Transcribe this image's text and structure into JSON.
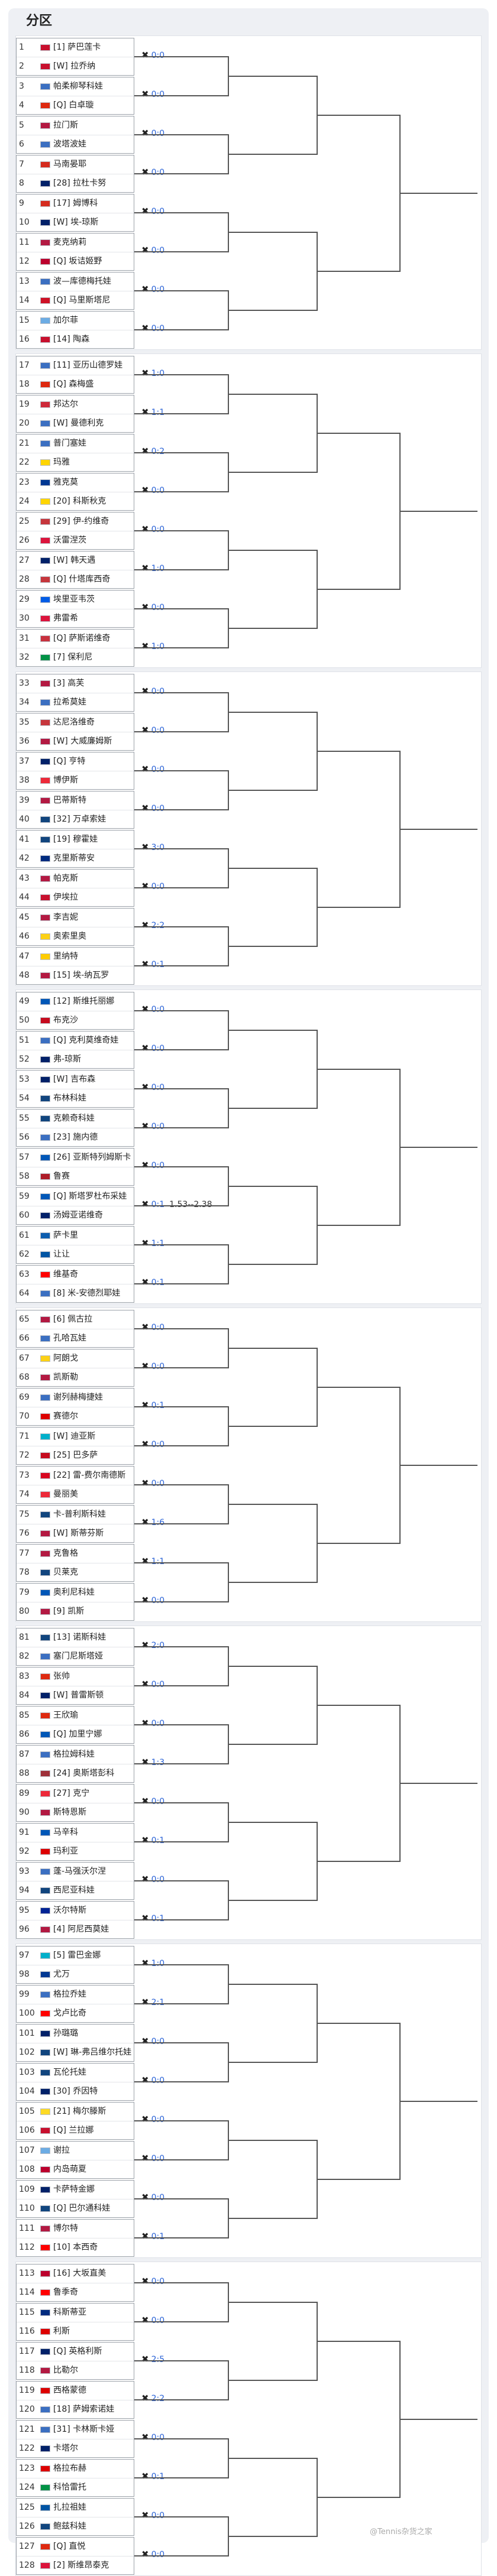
{
  "title": "分区",
  "watermark": "@Tennis杂货之家",
  "sections": [
    {
      "matches": [
        {
          "p1": {
            "seed": "1",
            "name": "[1] 萨巴莲卡",
            "flag": "#c8102e"
          },
          "p2": {
            "seed": "2",
            "name": "[W] 拉乔纳",
            "flag": "#c8102e"
          },
          "score": "0:0"
        },
        {
          "p1": {
            "seed": "3",
            "name": "帕柔柳琴科娃",
            "flag": "#3b6fc1"
          },
          "p2": {
            "seed": "4",
            "name": "[Q] 白卓璇",
            "flag": "#de2910"
          },
          "score": "0:0"
        },
        {
          "p1": {
            "seed": "5",
            "name": "拉门斯",
            "flag": "#b31942"
          },
          "p2": {
            "seed": "6",
            "name": "波塔波娃",
            "flag": "#3b6fc1"
          },
          "score": "0:0"
        },
        {
          "p1": {
            "seed": "7",
            "name": "马南晏耶",
            "flag": "#d52b1e"
          },
          "p2": {
            "seed": "8",
            "name": "[28] 拉杜卡努",
            "flag": "#012169"
          },
          "score": "0:0"
        },
        {
          "p1": {
            "seed": "9",
            "name": "[17] 姆博科",
            "flag": "#d52b1e"
          },
          "p2": {
            "seed": "10",
            "name": "[W] 埃-琼斯",
            "flag": "#012169"
          },
          "score": "0:0"
        },
        {
          "p1": {
            "seed": "11",
            "name": "麦克纳莉",
            "flag": "#b31942"
          },
          "p2": {
            "seed": "12",
            "name": "[Q] 坂诘姬野",
            "flag": "#bc002d"
          },
          "score": "0:0"
        },
        {
          "p1": {
            "seed": "13",
            "name": "波—库德梅托娃",
            "flag": "#3b6fc1"
          },
          "p2": {
            "seed": "14",
            "name": "[Q] 马里斯塔尼",
            "flag": "#ce1126"
          },
          "score": "0:0"
        },
        {
          "p1": {
            "seed": "15",
            "name": "加尔菲",
            "flag": "#6cace4"
          },
          "p2": {
            "seed": "16",
            "name": "[14] 陶森",
            "flag": "#c8102e"
          },
          "score": "0:0"
        }
      ]
    },
    {
      "matches": [
        {
          "p1": {
            "seed": "17",
            "name": "[11] 亚历山德罗娃",
            "flag": "#3b6fc1"
          },
          "p2": {
            "seed": "18",
            "name": "[Q] 森梅盛",
            "flag": "#de2910"
          },
          "score": "1:0"
        },
        {
          "p1": {
            "seed": "19",
            "name": "邦达尔",
            "flag": "#ce2939"
          },
          "p2": {
            "seed": "20",
            "name": "[W] 曼德利克",
            "flag": "#3b6fc1"
          },
          "score": "1:1"
        },
        {
          "p1": {
            "seed": "21",
            "name": "普门塞娃",
            "flag": "#3b6fc1"
          },
          "p2": {
            "seed": "22",
            "name": "玛雅",
            "flag": "#ffd500"
          },
          "score": "0:2"
        },
        {
          "p1": {
            "seed": "23",
            "name": "雅克莫",
            "flag": "#003893"
          },
          "p2": {
            "seed": "24",
            "name": "[20] 科斯秋克",
            "flag": "#ffd500"
          },
          "score": "0:0"
        },
        {
          "p1": {
            "seed": "25",
            "name": "[29] 伊-约维奇",
            "flag": "#c6363c"
          },
          "p2": {
            "seed": "26",
            "name": "沃雷涅茨",
            "flag": "#dc143c"
          },
          "score": "0:0"
        },
        {
          "p1": {
            "seed": "27",
            "name": "[W] 韩天遇",
            "flag": "#012169"
          },
          "p2": {
            "seed": "28",
            "name": "[Q] 什塔库西奇",
            "flag": "#c6363c"
          },
          "score": "1:0"
        },
        {
          "p1": {
            "seed": "29",
            "name": "埃里亚韦茨",
            "flag": "#005ce6"
          },
          "p2": {
            "seed": "30",
            "name": "弗雷希",
            "flag": "#dc143c"
          },
          "score": "0:0"
        },
        {
          "p1": {
            "seed": "31",
            "name": "[Q] 萨斯诺维奇",
            "flag": "#c8313e"
          },
          "p2": {
            "seed": "32",
            "name": "[7] 保利尼",
            "flag": "#009246"
          },
          "score": "1:0"
        }
      ]
    },
    {
      "matches": [
        {
          "p1": {
            "seed": "33",
            "name": "[3] 高芙",
            "flag": "#b31942"
          },
          "p2": {
            "seed": "34",
            "name": "拉希莫娃",
            "flag": "#3b6fc1"
          },
          "score": "0:0"
        },
        {
          "p1": {
            "seed": "35",
            "name": "达尼洛维奇",
            "flag": "#c6363c"
          },
          "p2": {
            "seed": "36",
            "name": "[W] 大威廉姆斯",
            "flag": "#b31942"
          },
          "score": "0:0"
        },
        {
          "p1": {
            "seed": "37",
            "name": "[Q] 亨特",
            "flag": "#012169"
          },
          "p2": {
            "seed": "38",
            "name": "博伊斯",
            "flag": "#ed2939"
          },
          "score": "0:0"
        },
        {
          "p1": {
            "seed": "39",
            "name": "巴蒂斯特",
            "flag": "#b31942"
          },
          "p2": {
            "seed": "40",
            "name": "[32] 万卓索娃",
            "flag": "#11457e"
          },
          "score": "0:0"
        },
        {
          "p1": {
            "seed": "41",
            "name": "[19] 穆霍娃",
            "flag": "#11457e"
          },
          "p2": {
            "seed": "42",
            "name": "克里斯蒂安",
            "flag": "#002b7f"
          },
          "score": "3:0"
        },
        {
          "p1": {
            "seed": "43",
            "name": "帕克斯",
            "flag": "#b31942"
          },
          "p2": {
            "seed": "44",
            "name": "伊埃拉",
            "flag": "#c8102e"
          },
          "score": "0:0"
        },
        {
          "p1": {
            "seed": "45",
            "name": "李吉妮",
            "flag": "#b31942"
          },
          "p2": {
            "seed": "46",
            "name": "奥索里奥",
            "flag": "#fcd116"
          },
          "score": "2:2"
        },
        {
          "p1": {
            "seed": "47",
            "name": "里纳特",
            "flag": "#ffcc00"
          },
          "p2": {
            "seed": "48",
            "name": "[15] 埃-纳瓦罗",
            "flag": "#b31942"
          },
          "score": "0:1"
        }
      ]
    },
    {
      "matches": [
        {
          "p1": {
            "seed": "49",
            "name": "[12] 斯维托丽娜",
            "flag": "#0057b7"
          },
          "p2": {
            "seed": "50",
            "name": "布克沙",
            "flag": "#c60b1e"
          },
          "score": "0:0"
        },
        {
          "p1": {
            "seed": "51",
            "name": "[Q] 克利莫维奇娃",
            "flag": "#3b6fc1"
          },
          "p2": {
            "seed": "52",
            "name": "弗-琼斯",
            "flag": "#012169"
          },
          "score": "0:0"
        },
        {
          "p1": {
            "seed": "53",
            "name": "[W] 吉布森",
            "flag": "#012169"
          },
          "p2": {
            "seed": "54",
            "name": "布林科娃",
            "flag": "#11457e"
          },
          "score": "0:0"
        },
        {
          "p1": {
            "seed": "55",
            "name": "克赖奇科娃",
            "flag": "#11457e"
          },
          "p2": {
            "seed": "56",
            "name": "[23] 施内德",
            "flag": "#3b6fc1"
          },
          "score": "0:0"
        },
        {
          "p1": {
            "seed": "57",
            "name": "[26] 亚斯特列姆斯卡",
            "flag": "#0057b7"
          },
          "p2": {
            "seed": "58",
            "name": "鲁赛",
            "flag": "#ae1c28"
          },
          "score": "0:0"
        },
        {
          "p1": {
            "seed": "59",
            "name": "[Q] 斯塔罗杜布采娃",
            "flag": "#0057b7"
          },
          "p2": {
            "seed": "60",
            "name": "汤姆亚诺维奇",
            "flag": "#012169"
          },
          "score": "0:1",
          "odds": "1.53--2.38"
        },
        {
          "p1": {
            "seed": "61",
            "name": "萨卡里",
            "flag": "#0d5eaf"
          },
          "p2": {
            "seed": "62",
            "name": "让让",
            "flag": "#0055a4"
          },
          "score": "1:1"
        },
        {
          "p1": {
            "seed": "63",
            "name": "维基奇",
            "flag": "#ff0000"
          },
          "p2": {
            "seed": "64",
            "name": "[8] 米-安德烈耶娃",
            "flag": "#3b6fc1"
          },
          "score": "0:1"
        }
      ]
    },
    {
      "matches": [
        {
          "p1": {
            "seed": "65",
            "name": "[6] 佩古拉",
            "flag": "#b31942"
          },
          "p2": {
            "seed": "66",
            "name": "孔哈瓦娃",
            "flag": "#3b6fc1"
          },
          "score": "0:0"
        },
        {
          "p1": {
            "seed": "67",
            "name": "阿朗戈",
            "flag": "#fcd116"
          },
          "p2": {
            "seed": "68",
            "name": "凯斯勒",
            "flag": "#b31942"
          },
          "score": "0:0"
        },
        {
          "p1": {
            "seed": "69",
            "name": "谢列赫梅捷娃",
            "flag": "#3b6fc1"
          },
          "p2": {
            "seed": "70",
            "name": "赛德尔",
            "flag": "#dd0000"
          },
          "score": "0:1"
        },
        {
          "p1": {
            "seed": "71",
            "name": "[W] 迪亚斯",
            "flag": "#00afca"
          },
          "p2": {
            "seed": "72",
            "name": "[25] 巴多萨",
            "flag": "#c60b1e"
          },
          "score": "0:0"
        },
        {
          "p1": {
            "seed": "73",
            "name": "[22] 雷-费尔南德斯",
            "flag": "#d80621"
          },
          "p2": {
            "seed": "74",
            "name": "曼丽美",
            "flag": "#ed2939"
          },
          "score": "0:0"
        },
        {
          "p1": {
            "seed": "75",
            "name": "卡-普利斯科娃",
            "flag": "#11457e"
          },
          "p2": {
            "seed": "76",
            "name": "[W] 斯蒂芬斯",
            "flag": "#b31942"
          },
          "score": "1:6"
        },
        {
          "p1": {
            "seed": "77",
            "name": "克鲁格",
            "flag": "#b31942"
          },
          "p2": {
            "seed": "78",
            "name": "贝莱克",
            "flag": "#11457e"
          },
          "score": "1:1"
        },
        {
          "p1": {
            "seed": "79",
            "name": "奥利尼科娃",
            "flag": "#0057b7"
          },
          "p2": {
            "seed": "80",
            "name": "[9] 凯斯",
            "flag": "#b31942"
          },
          "score": "0:0"
        }
      ]
    },
    {
      "matches": [
        {
          "p1": {
            "seed": "81",
            "name": "[13] 诺斯科娃",
            "flag": "#11457e"
          },
          "p2": {
            "seed": "82",
            "name": "塞门尼斯塔娅",
            "flag": "#3b6fc1"
          },
          "score": "2:0"
        },
        {
          "p1": {
            "seed": "83",
            "name": "张帅",
            "flag": "#de2910"
          },
          "p2": {
            "seed": "84",
            "name": "[W] 普雷斯顿",
            "flag": "#012169"
          },
          "score": "0:0"
        },
        {
          "p1": {
            "seed": "85",
            "name": "王欣瑜",
            "flag": "#de2910"
          },
          "p2": {
            "seed": "86",
            "name": "[Q] 加里宁娜",
            "flag": "#0057b7"
          },
          "score": "0:0"
        },
        {
          "p1": {
            "seed": "87",
            "name": "格拉姆科娃",
            "flag": "#3b6fc1"
          },
          "p2": {
            "seed": "88",
            "name": "[24] 奥斯塔彭科",
            "flag": "#9e3039"
          },
          "score": "1:3"
        },
        {
          "p1": {
            "seed": "89",
            "name": "[27] 克宁",
            "flag": "#ed2939"
          },
          "p2": {
            "seed": "90",
            "name": "斯特恩斯",
            "flag": "#b31942"
          },
          "score": "0:0"
        },
        {
          "p1": {
            "seed": "91",
            "name": "马辛科",
            "flag": "#0057b7"
          },
          "p2": {
            "seed": "92",
            "name": "玛利亚",
            "flag": "#dd0000"
          },
          "score": "0:1"
        },
        {
          "p1": {
            "seed": "93",
            "name": "蓬-马强沃尔涅",
            "flag": "#3b6fc1"
          },
          "p2": {
            "seed": "94",
            "name": "西尼亚科娃",
            "flag": "#11457e"
          },
          "score": "0:0"
        },
        {
          "p1": {
            "seed": "95",
            "name": "沃尔特斯",
            "flag": "#002395"
          },
          "p2": {
            "seed": "96",
            "name": "[4] 阿尼西莫娃",
            "flag": "#b31942"
          },
          "score": "0:1"
        }
      ]
    },
    {
      "matches": [
        {
          "p1": {
            "seed": "97",
            "name": "[5] 雷巴金娜",
            "flag": "#00afca"
          },
          "p2": {
            "seed": "98",
            "name": "尤万",
            "flag": "#003893"
          },
          "score": "1:0"
        },
        {
          "p1": {
            "seed": "99",
            "name": "格拉乔娃",
            "flag": "#3b6fc1"
          },
          "p2": {
            "seed": "100",
            "name": "戈卢比奇",
            "flag": "#ff0000"
          },
          "score": "2:1"
        },
        {
          "p1": {
            "seed": "101",
            "name": "孙璐璐",
            "flag": "#012169"
          },
          "p2": {
            "seed": "102",
            "name": "[W] 琳-弗吕维尔托娃",
            "flag": "#11457e"
          },
          "score": "0:0"
        },
        {
          "p1": {
            "seed": "103",
            "name": "瓦伦托娃",
            "flag": "#11457e"
          },
          "p2": {
            "seed": "104",
            "name": "[30] 乔因特",
            "flag": "#012169"
          },
          "score": "0:0"
        },
        {
          "p1": {
            "seed": "105",
            "name": "[21] 梅尔滕斯",
            "flag": "#fdda24"
          },
          "p2": {
            "seed": "106",
            "name": "[Q] 兰拉娜",
            "flag": "#c8102e"
          },
          "score": "0:0"
        },
        {
          "p1": {
            "seed": "107",
            "name": "谢拉",
            "flag": "#6cace4"
          },
          "p2": {
            "seed": "108",
            "name": "内岛萌夏",
            "flag": "#bc002d"
          },
          "score": "0:0"
        },
        {
          "p1": {
            "seed": "109",
            "name": "卡萨特金娜",
            "flag": "#012169"
          },
          "p2": {
            "seed": "110",
            "name": "[Q] 巴尔通科娃",
            "flag": "#11457e"
          },
          "score": "0:0"
        },
        {
          "p1": {
            "seed": "111",
            "name": "博尔特",
            "flag": "#b31942"
          },
          "p2": {
            "seed": "112",
            "name": "[10] 本西奇",
            "flag": "#ff0000"
          },
          "score": "0:1"
        }
      ]
    },
    {
      "matches": [
        {
          "p1": {
            "seed": "113",
            "name": "[16] 大坂直美",
            "flag": "#bc002d"
          },
          "p2": {
            "seed": "114",
            "name": "鲁季奇",
            "flag": "#ff0000"
          },
          "score": "0:0"
        },
        {
          "p1": {
            "seed": "115",
            "name": "科斯蒂亚",
            "flag": "#002b7f"
          },
          "p2": {
            "seed": "116",
            "name": "利斯",
            "flag": "#dd0000"
          },
          "score": "0:0"
        },
        {
          "p1": {
            "seed": "117",
            "name": "[Q] 英格利斯",
            "flag": "#012169"
          },
          "p2": {
            "seed": "118",
            "name": "比勒尔",
            "flag": "#b31942"
          },
          "score": "2:5"
        },
        {
          "p1": {
            "seed": "119",
            "name": "西格蒙德",
            "flag": "#dd0000"
          },
          "p2": {
            "seed": "120",
            "name": "[18] 萨姆索诺娃",
            "flag": "#3b6fc1"
          },
          "score": "2:2"
        },
        {
          "p1": {
            "seed": "121",
            "name": "[31] 卡林斯卡娅",
            "flag": "#3b6fc1"
          },
          "p2": {
            "seed": "122",
            "name": "卡塔尔",
            "flag": "#012169"
          },
          "score": "0:0"
        },
        {
          "p1": {
            "seed": "123",
            "name": "格拉布赫",
            "flag": "#dd0000"
          },
          "p2": {
            "seed": "124",
            "name": "科恰雷托",
            "flag": "#009246"
          },
          "score": "0:1"
        },
        {
          "p1": {
            "seed": "125",
            "name": "扎拉祖娃",
            "flag": "#0055a4"
          },
          "p2": {
            "seed": "126",
            "name": "鲍兹科娃",
            "flag": "#11457e"
          },
          "score": "0:0"
        },
        {
          "p1": {
            "seed": "127",
            "name": "[Q] 直悦",
            "flag": "#de2910"
          },
          "p2": {
            "seed": "128",
            "name": "[2] 斯维昂泰克",
            "flag": "#dc143c"
          },
          "score": "0:0"
        }
      ]
    }
  ]
}
